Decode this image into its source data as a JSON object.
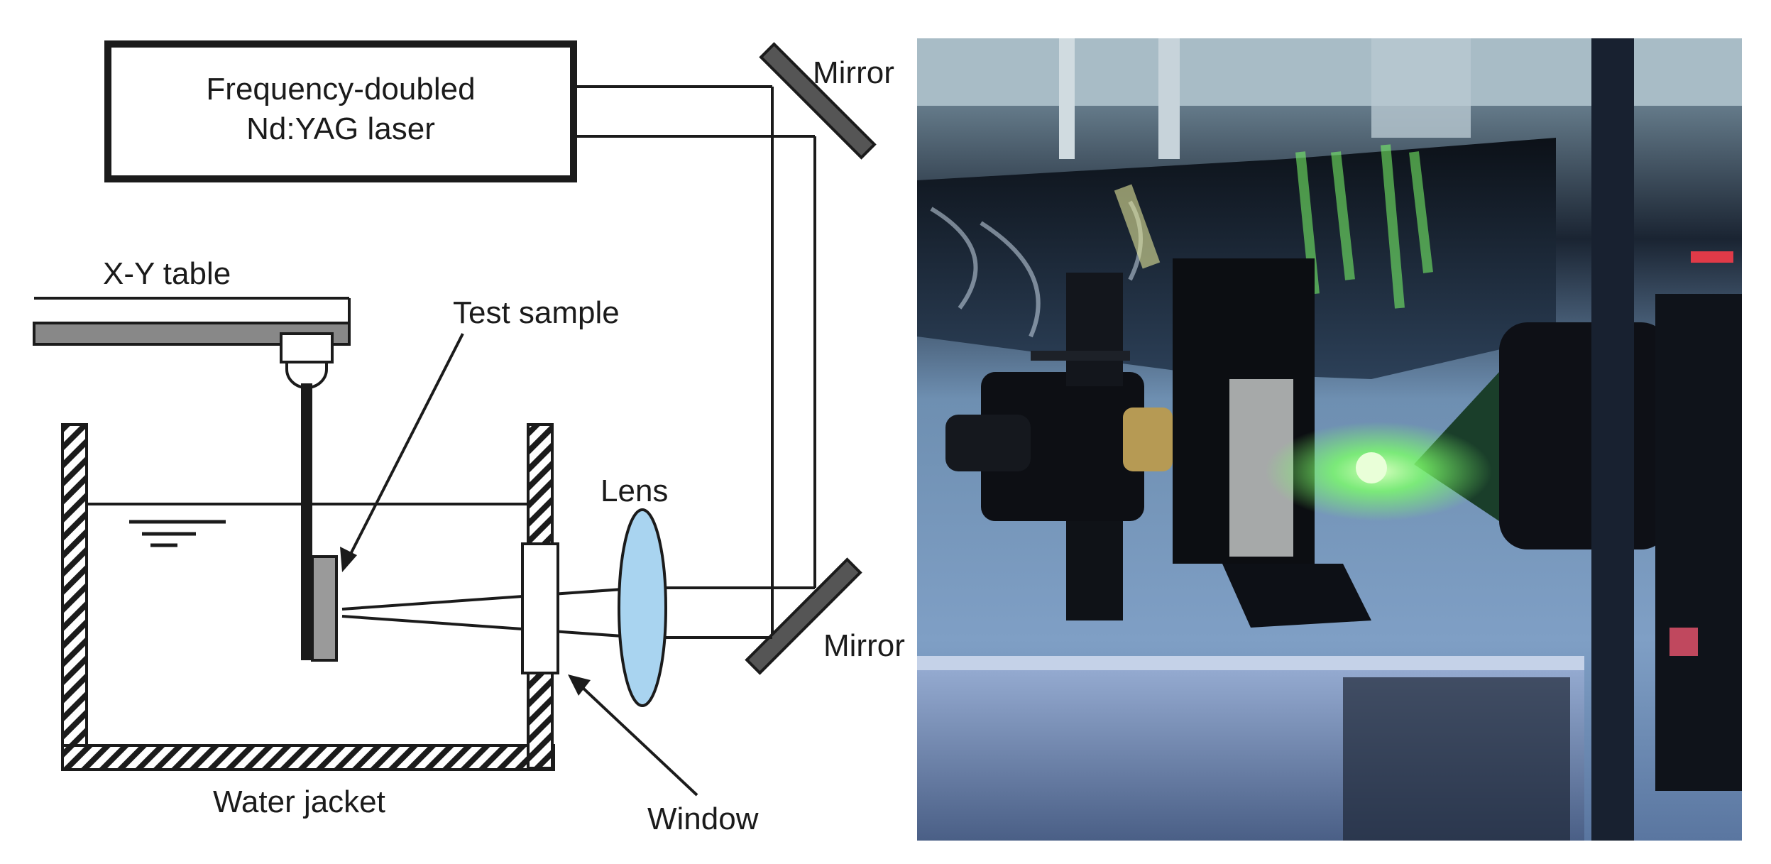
{
  "schematic": {
    "laser_line1": "Frequency-doubled",
    "laser_line2": "Nd:YAG laser",
    "mirror_top": "Mirror",
    "mirror_bottom": "Mirror",
    "xy_table": "X-Y table",
    "test_sample": "Test sample",
    "lens": "Lens",
    "water_jacket": "Water jacket",
    "window": "Window"
  },
  "colors": {
    "line": "#1b1b1b",
    "mirror": "#555555",
    "lens": "#a9d4f0",
    "sample": "#9a9a9a",
    "photo_bg": "#3a5a78",
    "laser_green": "#7dff6a"
  }
}
